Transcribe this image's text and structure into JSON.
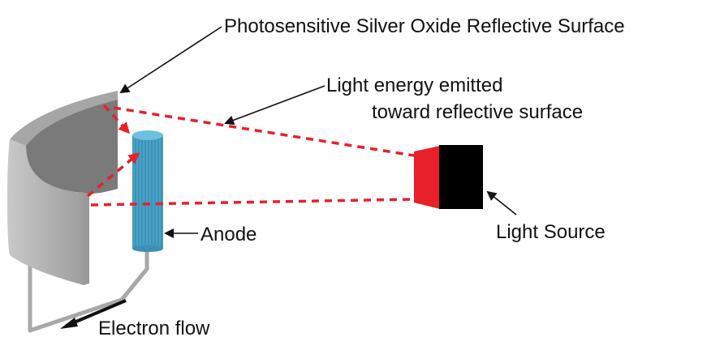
{
  "labels": {
    "surface": "Photosensitive Silver Oxide Reflective Surface",
    "light_energy_line1": "Light energy emitted",
    "light_energy_line2": "toward reflective surface",
    "anode": "Anode",
    "light_source": "Light Source",
    "electron_flow": "Electron flow"
  },
  "colors": {
    "beam": "#e8202a",
    "light_source_front": "#e8202a",
    "light_source_body": "#000000",
    "anode": "#4aa3c8",
    "cathode": "#b8b8b8",
    "cathode_inner": "#7a7a7a",
    "wire": "#a8a8a8"
  }
}
